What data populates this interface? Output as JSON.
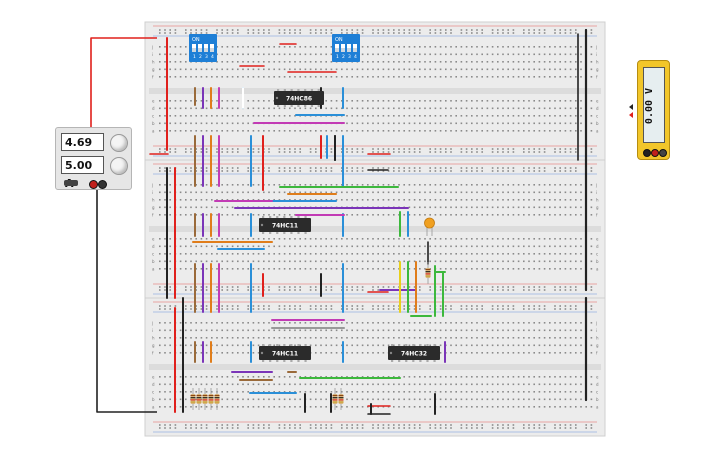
{
  "power_supply": {
    "voltage": "4.69 V",
    "current": "5.00 A"
  },
  "multimeter": {
    "reading": "0.00 V"
  },
  "chips": [
    {
      "id": "u1",
      "label": "74HC86"
    },
    {
      "id": "u2",
      "label": "74HC11"
    },
    {
      "id": "u3",
      "label": "74HC11"
    },
    {
      "id": "u4",
      "label": "74HC32"
    }
  ],
  "dip_switches": [
    {
      "id": "sw1",
      "label": "ON",
      "positions": [
        "1",
        "2",
        "3",
        "4"
      ]
    },
    {
      "id": "sw2",
      "label": "ON",
      "positions": [
        "1",
        "2",
        "3",
        "4"
      ]
    }
  ],
  "breadboard": {
    "row_letters": [
      "a",
      "b",
      "c",
      "d",
      "e",
      "f",
      "g",
      "h",
      "i",
      "j"
    ]
  },
  "colors": {
    "wire_red": "#e0201c",
    "wire_black": "#222222",
    "wire_blue": "#2a8fd8",
    "wire_green": "#3cb83c",
    "wire_purple": "#7b35b8",
    "wire_magenta": "#c23bb5",
    "wire_orange": "#e07d1a",
    "wire_yellow": "#e8d01a",
    "wire_brown": "#9a6a3a",
    "wire_gray": "#999999",
    "chip_body": "#2b2b2b",
    "dip_body": "#1e7fd6",
    "led": "#f0a020",
    "meter_body": "#f2c62a"
  }
}
